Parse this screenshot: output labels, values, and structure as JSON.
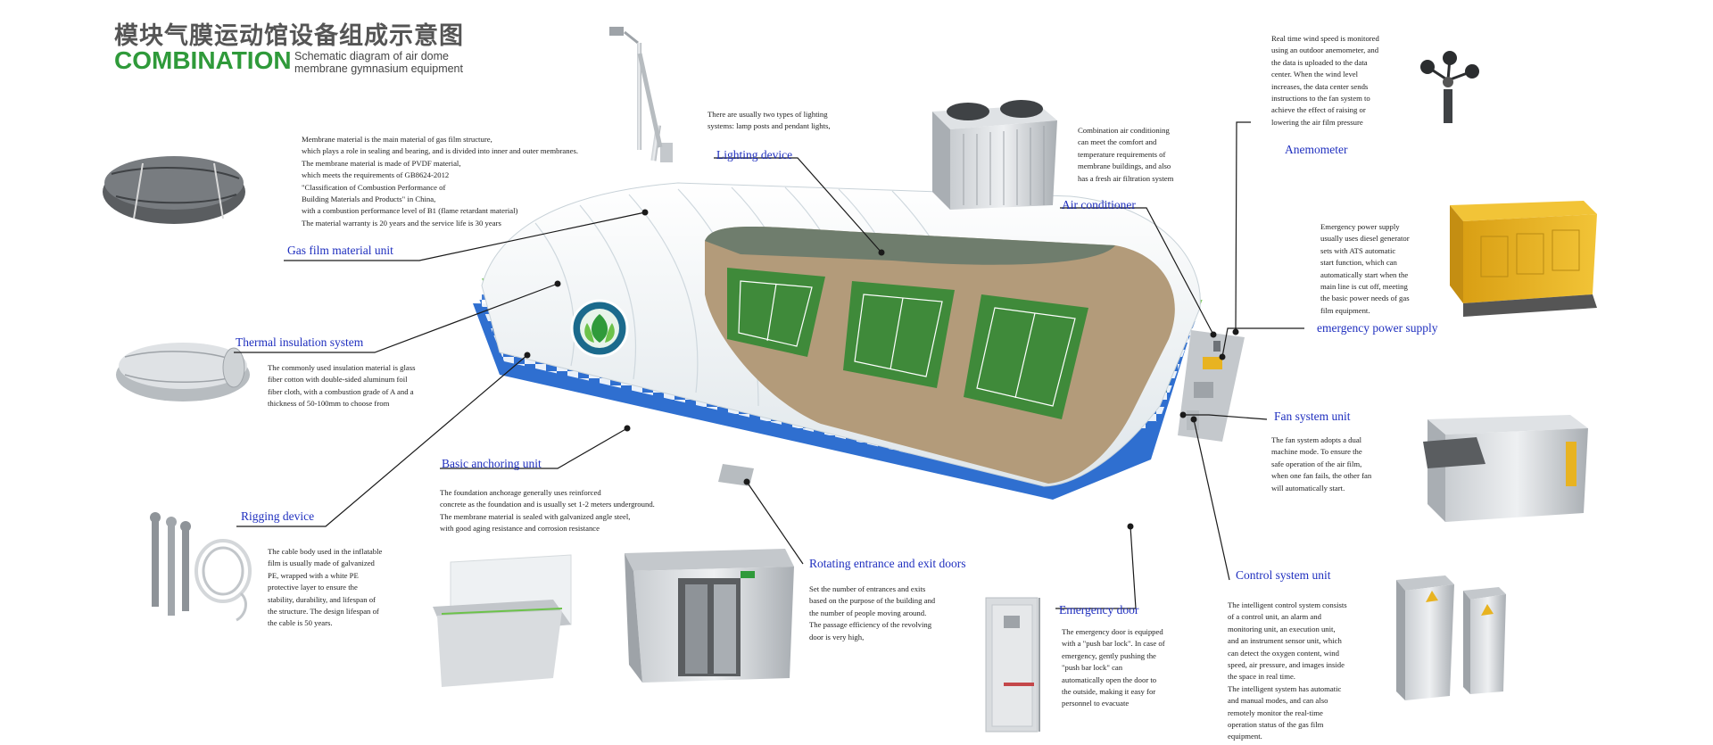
{
  "header": {
    "title_cn": "模块气膜运动馆设备组成示意图",
    "title_en": "COMBINATION",
    "subtitle_line1": "Schematic diagram of air dome",
    "subtitle_line2": "membrane gymnasium equipment"
  },
  "colors": {
    "label": "#1f2fbf",
    "accent_green": "#2f9a3a",
    "dome_blue": "#2f6fd0",
    "dome_green": "#6cc24a",
    "court_green": "#3f8a3a",
    "generator_yellow": "#e8b321"
  },
  "components": {
    "gas_film": {
      "label": "Gas film material unit",
      "desc": "Membrane material is the main material of gas film structure,\nwhich plays a role in sealing and bearing, and is divided into inner and outer membranes.\nThe membrane material is made of PVDF material,\nwhich meets the requirements of GB8624-2012\n\"Classification of Combustion Performance of\nBuilding Materials and Products\" in China,\nwith a combustion performance level of B1 (flame retardant material)\nThe material warranty is 20 years and the service life is 30 years"
    },
    "thermal": {
      "label": "Thermal insulation system",
      "desc": "The commonly used insulation material is glass\nfiber cotton with double-sided aluminum foil\nfiber cloth, with a combustion grade of A and a\nthickness of 50-100mm to choose from"
    },
    "rigging": {
      "label": "Rigging device",
      "desc": "The cable body used in the inflatable\nfilm is usually made of galvanized\nPE, wrapped with a white PE\nprotective layer to ensure the\nstability, durability, and lifespan of\nthe structure. The design lifespan of\nthe cable is 50 years."
    },
    "anchoring": {
      "label": "Basic anchoring unit",
      "desc": "The foundation anchorage generally uses reinforced\nconcrete as the foundation and is usually set 1-2 meters underground.\nThe membrane material is sealed with galvanized angle steel,\nwith good aging resistance and corrosion resistance"
    },
    "lighting": {
      "label": "Lighting device",
      "desc": "There are usually two types of lighting\nsystems: lamp posts and pendant lights,"
    },
    "air_conditioner": {
      "label": "Air conditioner",
      "desc": "Combination air conditioning\ncan meet the comfort and\ntemperature requirements of\nmembrane buildings, and also\nhas a fresh air filtration system"
    },
    "anemometer": {
      "label": "Anemometer",
      "desc": "Real time wind speed is monitored\nusing an outdoor anemometer, and\nthe data is uploaded to the data\ncenter. When the wind level\nincreases, the data center sends\ninstructions to the fan system to\nachieve the effect of raising or\nlowering the air film pressure"
    },
    "power": {
      "label": "emergency power supply",
      "desc": "Emergency power supply\nusually uses diesel generator\nsets with ATS automatic\nstart function, which can\nautomatically start when the\nmain line is cut off, meeting\nthe basic power needs of gas\nfilm equipment."
    },
    "fan": {
      "label": "Fan system unit",
      "desc": "The fan system adopts a dual\nmachine mode. To ensure the\nsafe operation of the air film,\nwhen one fan fails, the other fan\nwill automatically start."
    },
    "control": {
      "label": "Control system unit",
      "desc": "The intelligent control system consists\nof a control unit, an alarm and\nmonitoring unit, an execution unit,\nand an instrument sensor unit, which\ncan detect the oxygen content, wind\nspeed, air pressure, and images inside\nthe space in real time.\nThe intelligent system has automatic\nand manual modes, and can also\nremotely monitor the real-time\noperation status of the gas film\nequipment."
    },
    "rotating_doors": {
      "label": "Rotating entrance and exit doors",
      "desc": "Set the number of entrances and exits\nbased on the purpose of the building and\nthe number of people moving around.\nThe passage efficiency of the revolving\ndoor is very high,"
    },
    "emergency_door": {
      "label": "Emergency door",
      "desc": "The emergency door is equipped\nwith a \"push bar lock\". In case of\nemergency, gently pushing the\n\"push bar lock\" can\nautomatically open the door to\nthe outside, making it easy for\npersonnel to evacuate"
    }
  },
  "icons": {
    "logo": "environment-protection-seal",
    "membrane_roll": "membrane-roll-icon",
    "insulation_roll": "insulation-roll-icon",
    "rigging": "cable-rigging-icon",
    "lamp_post": "lamp-post-icon",
    "ac_unit": "air-conditioner-icon",
    "anemometer": "anemometer-icon",
    "generator": "diesel-generator-icon",
    "fan_box": "fan-box-icon",
    "control_cabinet": "control-cabinet-icon",
    "revolving_door": "revolving-door-icon",
    "emergency_door": "emergency-door-icon",
    "anchor_section": "anchor-section-icon"
  }
}
